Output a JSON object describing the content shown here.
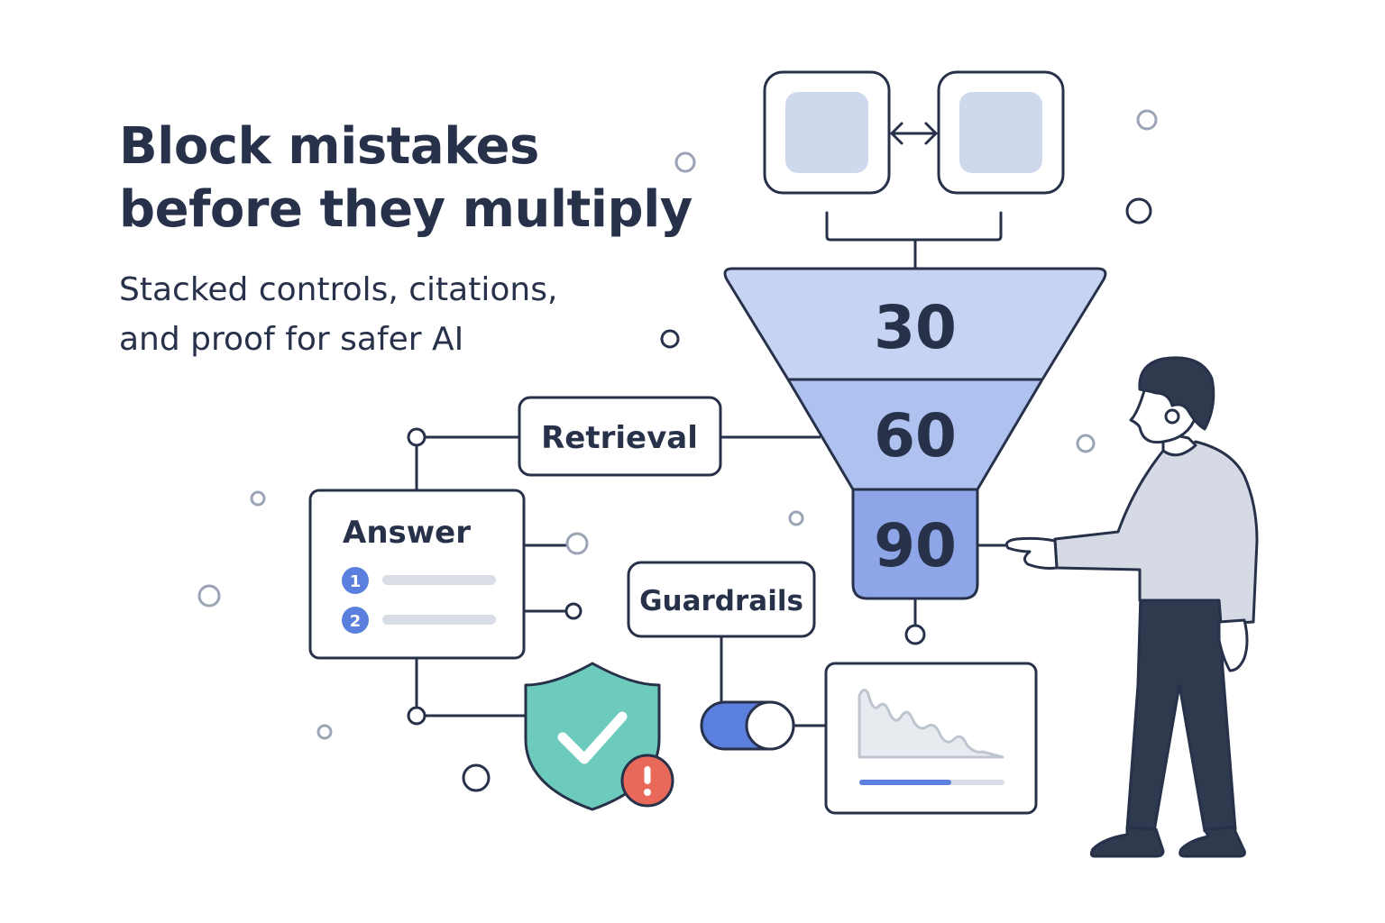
{
  "headline": {
    "line1": "Block mistakes",
    "line2": "before they multiply"
  },
  "subtitle": {
    "line1": "Stacked controls, citations,",
    "line2": "and proof for safer AI"
  },
  "funnel": {
    "stages": [
      "30",
      "60",
      "90"
    ]
  },
  "nodes": {
    "retrieval": "Retrieval",
    "answer": "Answer",
    "guardrails": "Guardrails"
  },
  "answer_citations": [
    "1",
    "2"
  ],
  "colors": {
    "ink": "#27324a",
    "funnel_light": "#c6d3f3",
    "funnel_mid": "#afc1ef",
    "funnel_dark": "#8ea6e8",
    "accent_blue": "#5b7fdc",
    "shield": "#6dcbbd",
    "alert": "#e8685a",
    "node_fill": "#cfd9ee",
    "decor": "#9aa4b5"
  },
  "icons": {
    "compare_arrow": "double-arrow-icon",
    "shield": "shield-check-icon",
    "alert": "exclamation-icon",
    "toggle": "toggle-switch-icon",
    "chart": "area-chart-icon"
  }
}
